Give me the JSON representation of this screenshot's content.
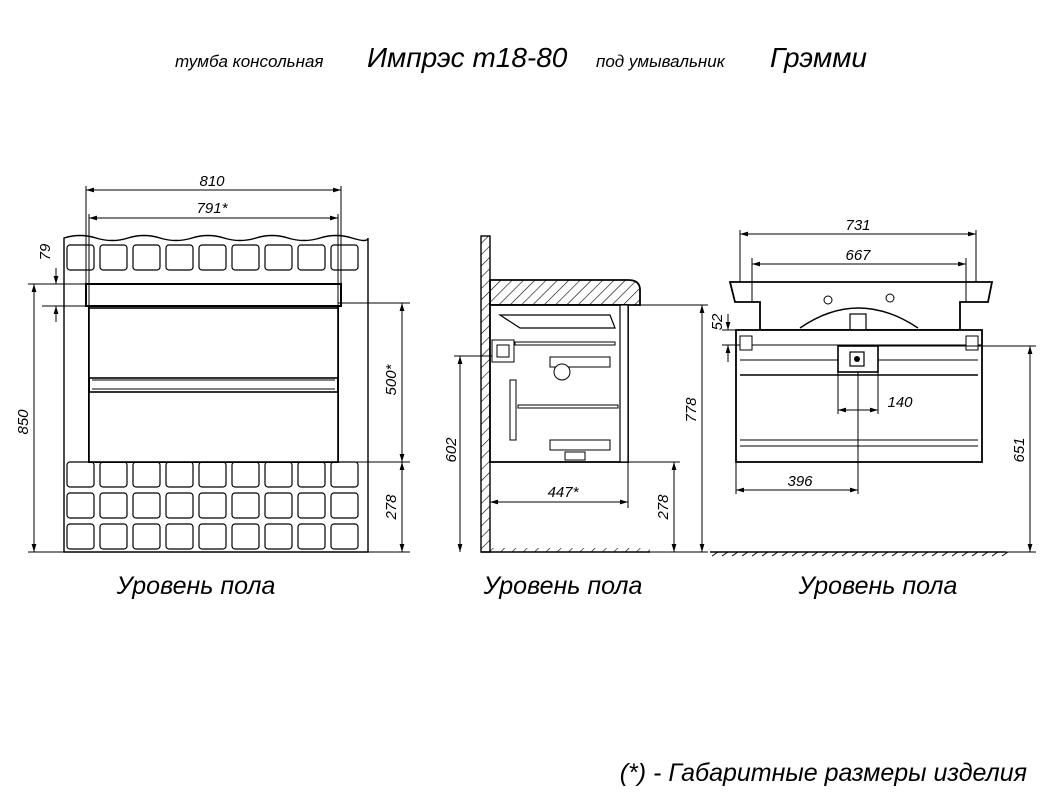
{
  "title": {
    "prefix": "тумба консольная",
    "model": "Импрэс т18-80",
    "middle": "под умывальник",
    "sink": "Грэмми"
  },
  "front_view": {
    "dim_width_total": "810",
    "dim_width_body": "791*",
    "dim_top_thickness": "79",
    "dim_total_height": "850",
    "dim_body_height": "500*",
    "dim_floor_gap": "278",
    "floor_label": "Уровень пола"
  },
  "side_view": {
    "dim_mount_height": "602",
    "dim_depth": "447*",
    "dim_floor_gap": "278",
    "dim_top_height": "778",
    "floor_label": "Уровень пола"
  },
  "back_view": {
    "dim_top_width": "731",
    "dim_inner_width": "667",
    "dim_sink_offset": "52",
    "dim_drain_width": "140",
    "dim_drain_offset": "396",
    "dim_drain_height": "651",
    "floor_label": "Уровень пола"
  },
  "footnote": "(*) - Габаритные размеры изделия"
}
